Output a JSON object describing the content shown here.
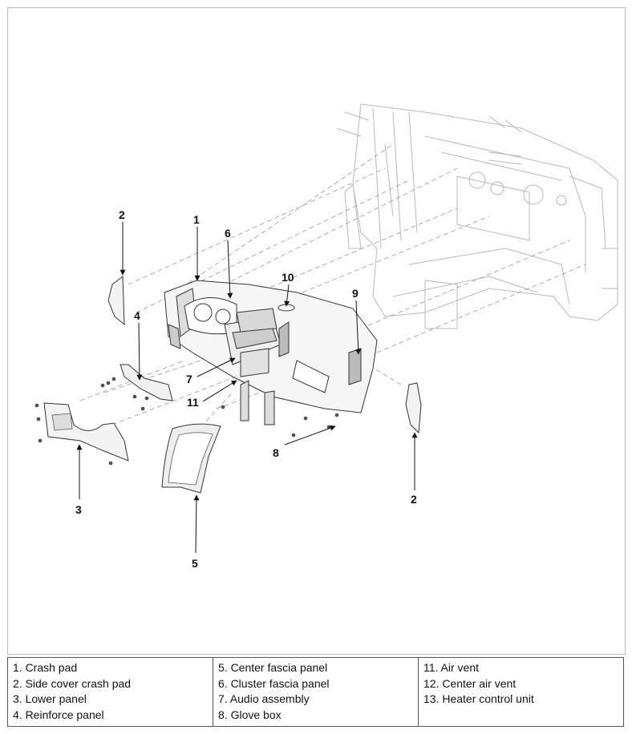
{
  "callouts": {
    "c1": "1",
    "c2a": "2",
    "c2b": "2",
    "c3": "3",
    "c4": "4",
    "c5": "5",
    "c6": "6",
    "c7": "7",
    "c8": "8",
    "c9": "9",
    "c10": "10",
    "c11": "11"
  },
  "legend": {
    "col1": [
      "1. Crash pad",
      "2. Side cover crash pad",
      "3. Lower panel",
      "4. Reinforce panel"
    ],
    "col2": [
      "5. Center fascia panel",
      "6. Cluster fascia panel",
      "7. Audio assembly",
      "8. Glove box"
    ],
    "col3": [
      "11. Air vent",
      "12. Center air vent",
      "13. Heater control unit"
    ]
  }
}
